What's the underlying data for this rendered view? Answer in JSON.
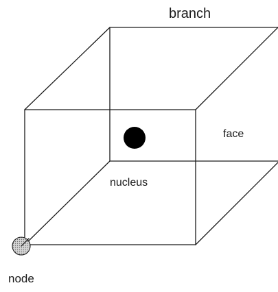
{
  "labels": {
    "branch": "branch",
    "face": "face",
    "nucleus": "nucleus",
    "node": "node"
  },
  "colors": {
    "line": "#1a1a1a",
    "nucleus_fill": "#000000",
    "node_fill": "#bdbdbd",
    "background": "#ffffff"
  }
}
